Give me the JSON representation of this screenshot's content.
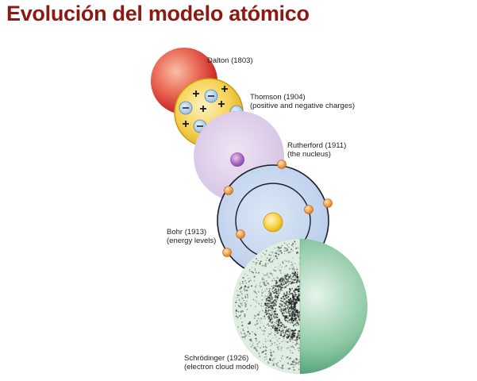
{
  "title": "Evolución del modelo atómico",
  "models": [
    {
      "id": "dalton",
      "name": "Dalton (1803)",
      "note": ""
    },
    {
      "id": "thomson",
      "name": "Thomson (1904)",
      "note": "(positive and negative charges)"
    },
    {
      "id": "rutherford",
      "name": "Rutherford (1911)",
      "note": "(the nucleus)"
    },
    {
      "id": "bohr",
      "name": "Bohr (1913)",
      "note": "(energy levels)"
    },
    {
      "id": "schrodinger",
      "name": "Schrödinger (1926)",
      "note": "(electron cloud model)"
    }
  ],
  "colors": {
    "title": "#8c1a12",
    "dalton": "#d9262a",
    "thomson": "#e8b820",
    "rutherford": "#d7c5e4",
    "bohr": "#bcd0ec",
    "schrodinger": "#3f9a6a",
    "electron": "#f08a2c"
  }
}
